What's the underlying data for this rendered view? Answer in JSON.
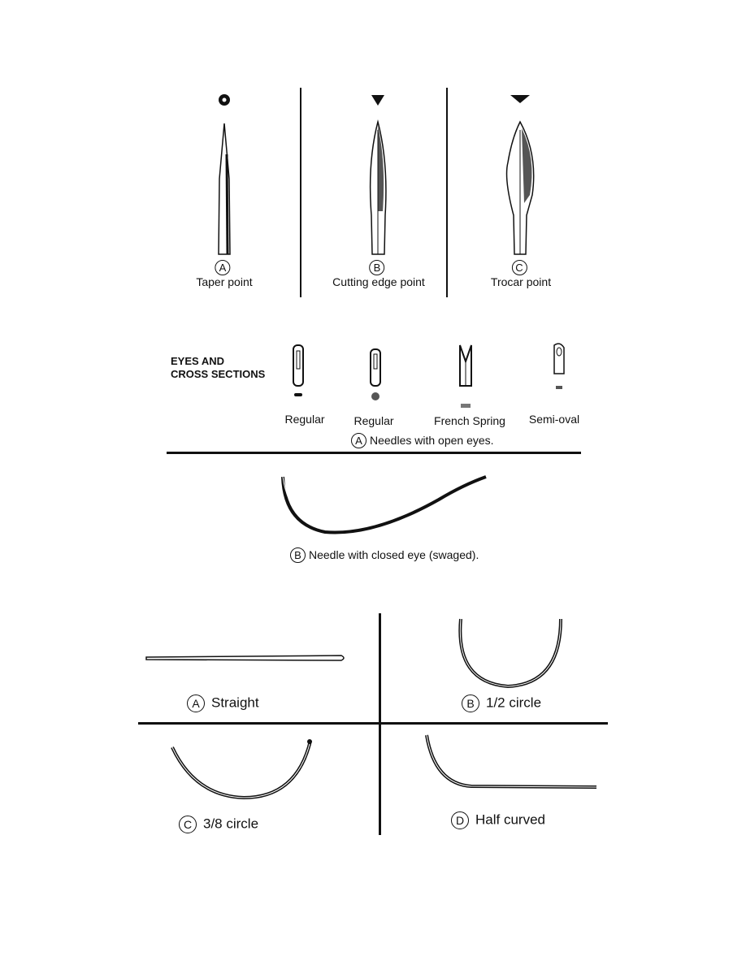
{
  "points": [
    {
      "letter": "A",
      "label": "Taper point"
    },
    {
      "letter": "B",
      "label": "Cutting edge point"
    },
    {
      "letter": "C",
      "label": "Trocar point"
    }
  ],
  "eyes": {
    "heading_line1": "EYES AND",
    "heading_line2": "CROSS SECTIONS",
    "types": [
      "Regular",
      "Regular",
      "French Spring",
      "Semi-oval"
    ],
    "caption_letter": "A",
    "caption": "Needles with open eyes."
  },
  "swaged": {
    "letter": "B",
    "caption": "Needle with closed eye (swaged)."
  },
  "shapes": [
    {
      "letter": "A",
      "label": "Straight"
    },
    {
      "letter": "B",
      "label": "1/2 circle"
    },
    {
      "letter": "C",
      "label": "3/8 circle"
    },
    {
      "letter": "D",
      "label": "Half curved"
    }
  ]
}
